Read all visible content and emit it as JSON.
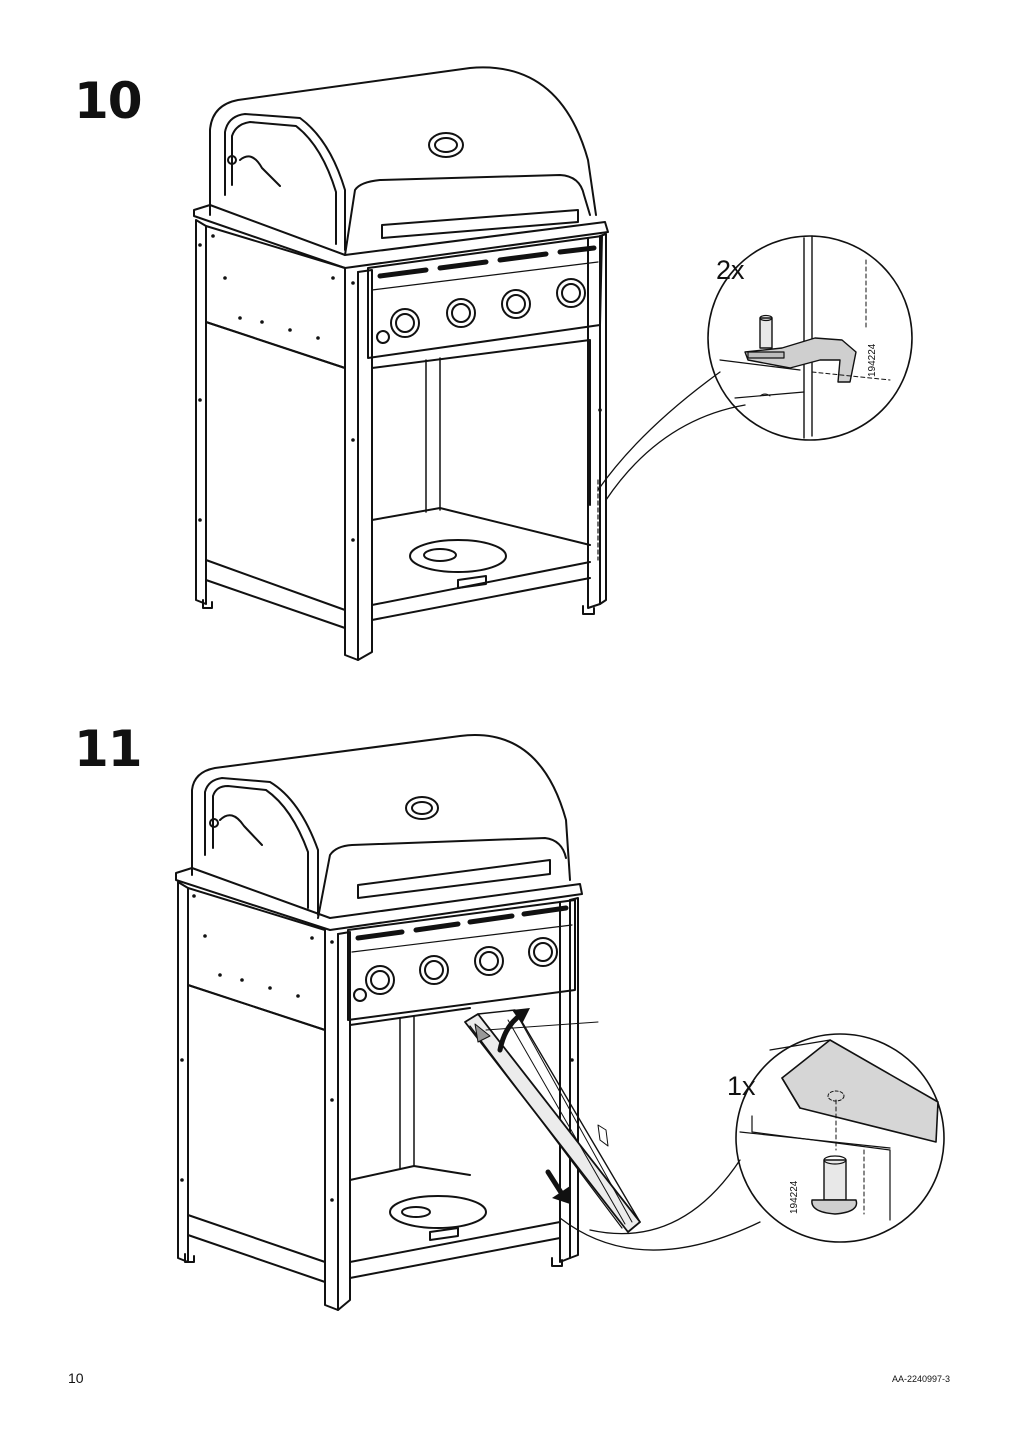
{
  "steps": [
    {
      "number": "10",
      "detail": {
        "quantity": "2x",
        "part_number": "194224"
      }
    },
    {
      "number": "11",
      "detail": {
        "quantity": "1x",
        "part_number": "194224"
      }
    }
  ],
  "footer": {
    "page_number": "10",
    "document_id": "AA-2240997-3"
  }
}
